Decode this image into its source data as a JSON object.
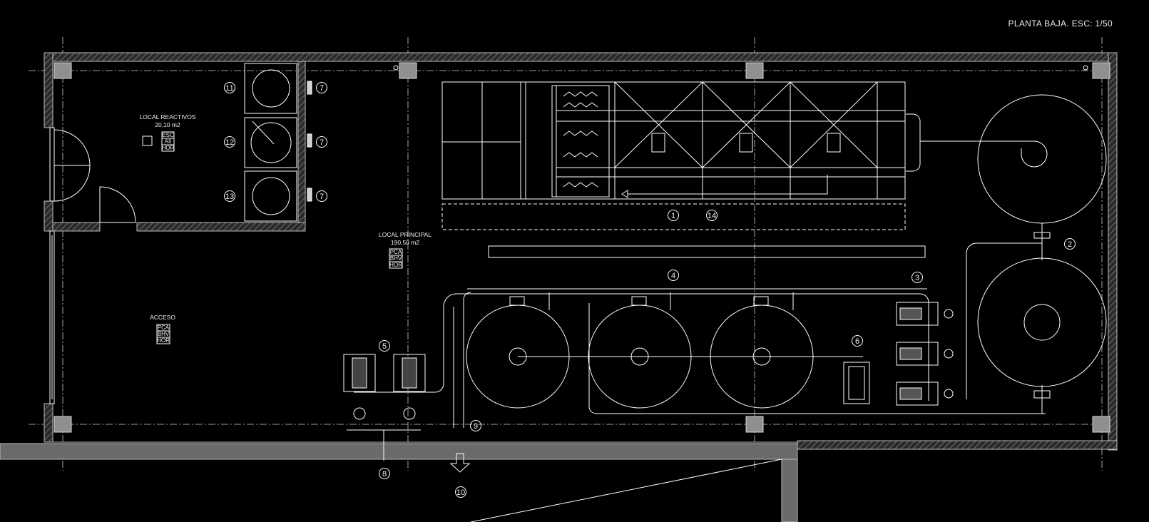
{
  "title": "PLANTA BAJA. ESC: 1/50",
  "rooms": {
    "reactivos": {
      "name": "LOCAL REACTIVOS",
      "area": "20.10 m2",
      "tags": [
        "ESC",
        "AII",
        "HOR"
      ]
    },
    "principal": {
      "name": "LOCAL PRINCIPAL",
      "area": "190.50 m2",
      "tags": [
        "PCA",
        "BHV",
        "HOR"
      ]
    },
    "acceso": {
      "name": "ACCESO",
      "tags": [
        "PCA",
        "BHV",
        "HOR"
      ]
    }
  },
  "markers": {
    "m1": "1",
    "m2": "2",
    "m3": "3",
    "m4": "4",
    "m5": "5",
    "m6": "6",
    "m7a": "7",
    "m7b": "7",
    "m7c": "7",
    "m8": "8",
    "m9": "9",
    "m10": "10",
    "m11": "11",
    "m12": "12",
    "m13": "13",
    "m14": "14"
  },
  "colors": {
    "background": "#000000",
    "line": "#ffffff",
    "wall": "#9a9a9a",
    "hatch": "#6e6e6e"
  }
}
